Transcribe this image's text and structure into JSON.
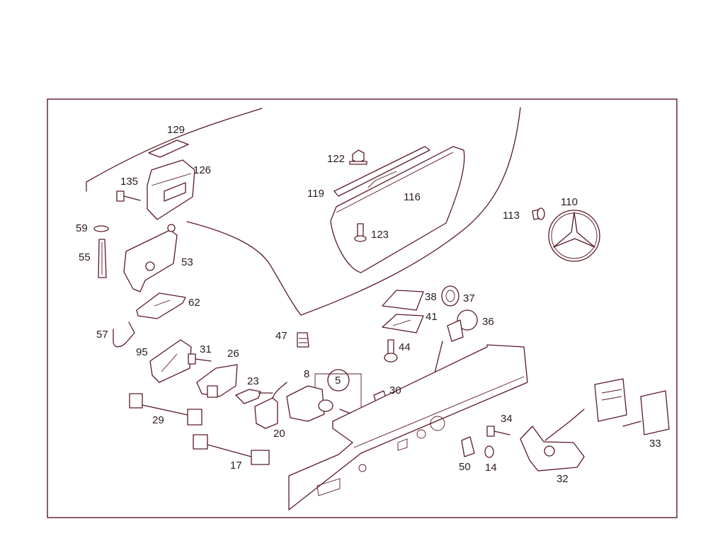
{
  "diagram": {
    "frame_color": "#5a1a24",
    "part_labels": {
      "p129": "129",
      "p126": "126",
      "p135": "135",
      "p59": "59",
      "p55": "55",
      "p53": "53",
      "p62": "62",
      "p57": "57",
      "p95": "95",
      "p31": "31",
      "p26": "26",
      "p23": "23",
      "p29": "29",
      "p20": "20",
      "p17": "17",
      "p8": "8",
      "p5": "5",
      "p30": "30",
      "p47": "47",
      "p44": "44",
      "p38": "38",
      "p37": "37",
      "p41": "41",
      "p36": "36",
      "p122": "122",
      "p119": "119",
      "p116": "116",
      "p123": "123",
      "p113": "113",
      "p110": "110",
      "p34": "34",
      "p50": "50",
      "p14": "14",
      "p32": "32",
      "p33": "33"
    }
  }
}
